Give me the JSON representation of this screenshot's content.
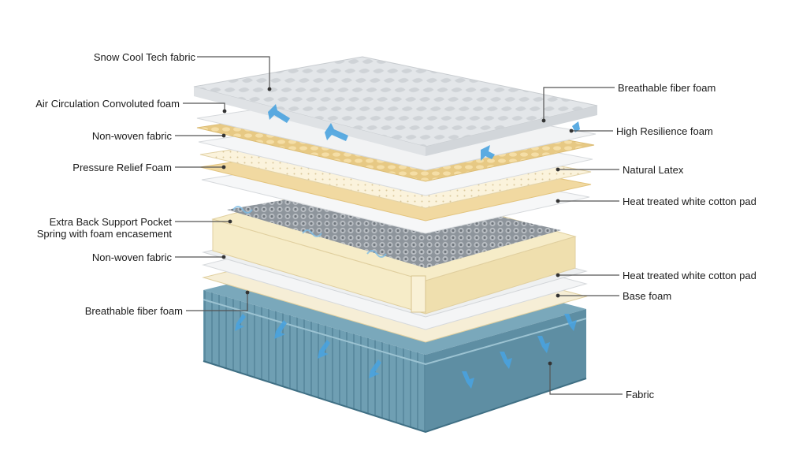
{
  "diagram": {
    "left_labels": [
      {
        "id": "snow-cool-tech-fabric",
        "text": "Snow Cool Tech fabric"
      },
      {
        "id": "air-circulation-convoluted-foam",
        "text": "Air Circulation Convoluted foam"
      },
      {
        "id": "non-woven-fabric-top",
        "text": "Non-woven fabric"
      },
      {
        "id": "pressure-relief-foam",
        "text": "Pressure Relief Foam"
      },
      {
        "id": "extra-back-support-line1",
        "text": "Extra Back Support Pocket"
      },
      {
        "id": "extra-back-support-line2",
        "text": "Spring  with foam encasement"
      },
      {
        "id": "non-woven-fabric-bottom",
        "text": "Non-woven fabric"
      },
      {
        "id": "breathable-fiber-foam-left",
        "text": "Breathable fiber foam"
      }
    ],
    "right_labels": [
      {
        "id": "breathable-fiber-foam-right",
        "text": "Breathable fiber foam"
      },
      {
        "id": "high-resilience-foam",
        "text": "High Resilience foam"
      },
      {
        "id": "natural-latex",
        "text": "Natural Latex"
      },
      {
        "id": "heat-treated-white-cotton-pad-top",
        "text": "Heat treated white cotton pad"
      },
      {
        "id": "heat-treated-white-cotton-pad-bottom",
        "text": "Heat treated white cotton pad"
      },
      {
        "id": "base-foam",
        "text": "Base foam"
      },
      {
        "id": "fabric",
        "text": "Fabric"
      }
    ],
    "colors": {
      "leader_line": "#555555",
      "leader_dot": "#333333",
      "cover_top": "#e9ecef",
      "cream_foam": "#f3e2b8",
      "cream_foam_side": "#e8cf93",
      "white_layer": "#f4f5f6",
      "spring_grey": "#9aa0a6",
      "spring_encasement": "#f6ecc8",
      "base_fabric": "#6f9fb3",
      "base_fabric_dark": "#4f7f94",
      "airflow_arrow": "#4aa3df"
    }
  }
}
